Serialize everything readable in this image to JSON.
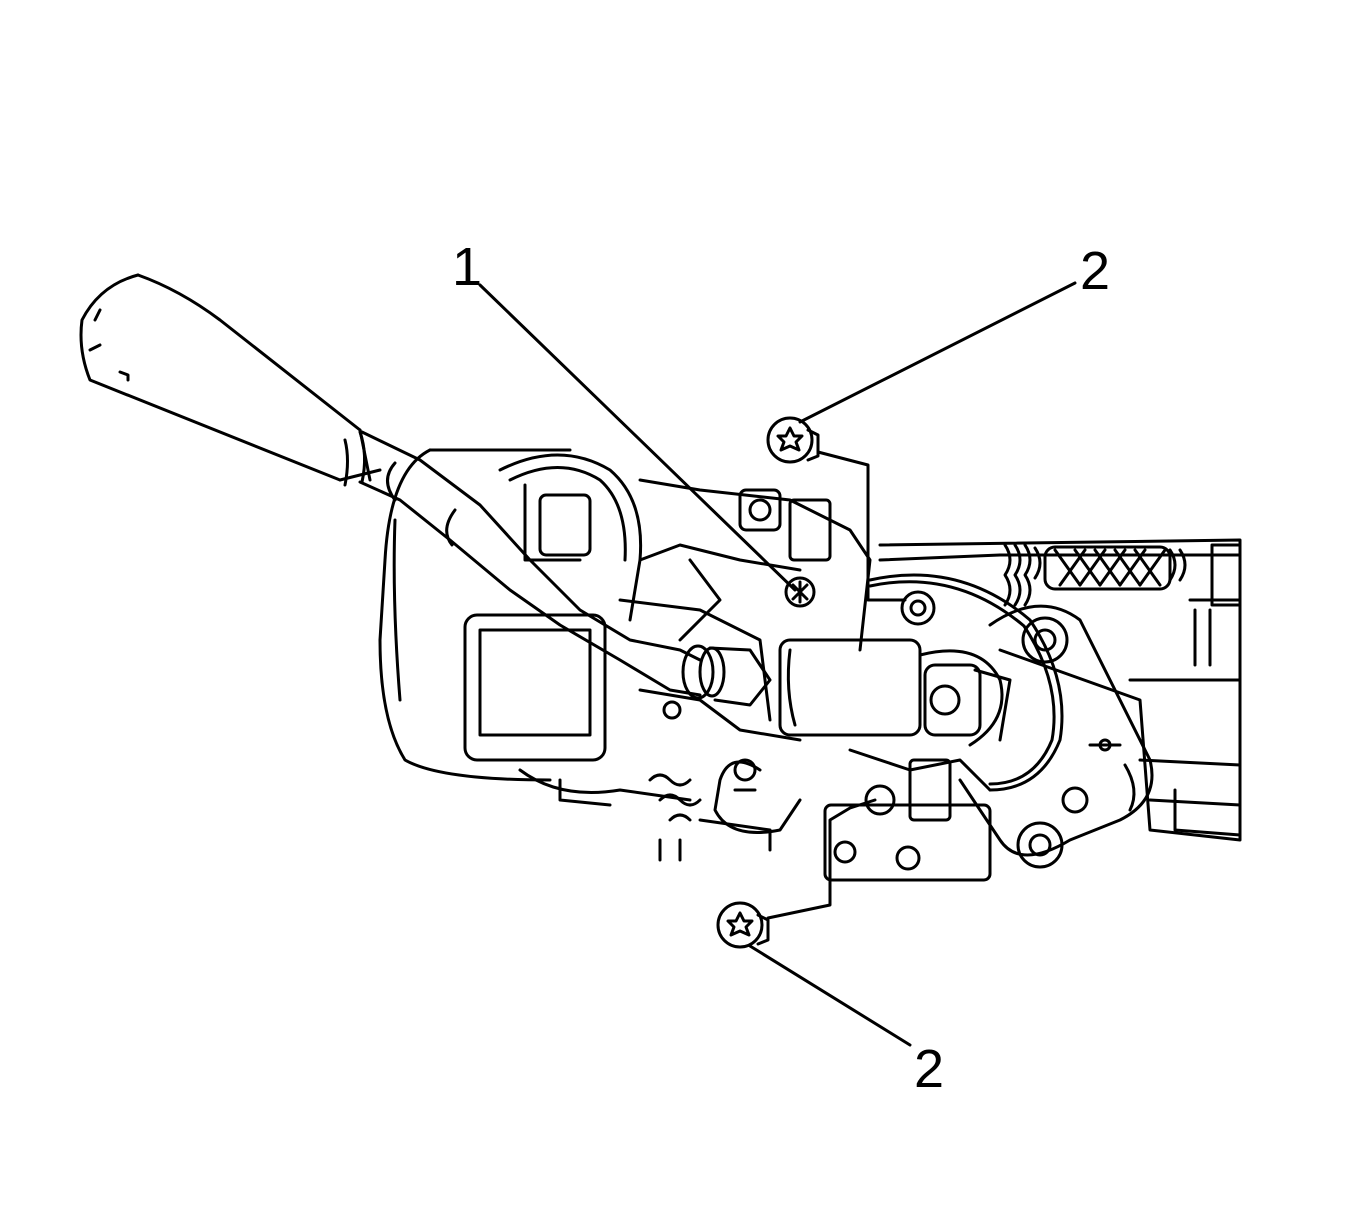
{
  "colors": {
    "background": "#ffffff",
    "line": "#000000"
  },
  "callouts": [
    {
      "label": "1"
    },
    {
      "label": "2"
    },
    {
      "label": "2"
    }
  ],
  "parts": [
    {
      "callout": "1",
      "icon": "torx-screw-icon"
    },
    {
      "callout": "2",
      "icon": "torx-screw-icon"
    },
    {
      "callout": "2",
      "icon": "torx-screw-icon"
    }
  ]
}
